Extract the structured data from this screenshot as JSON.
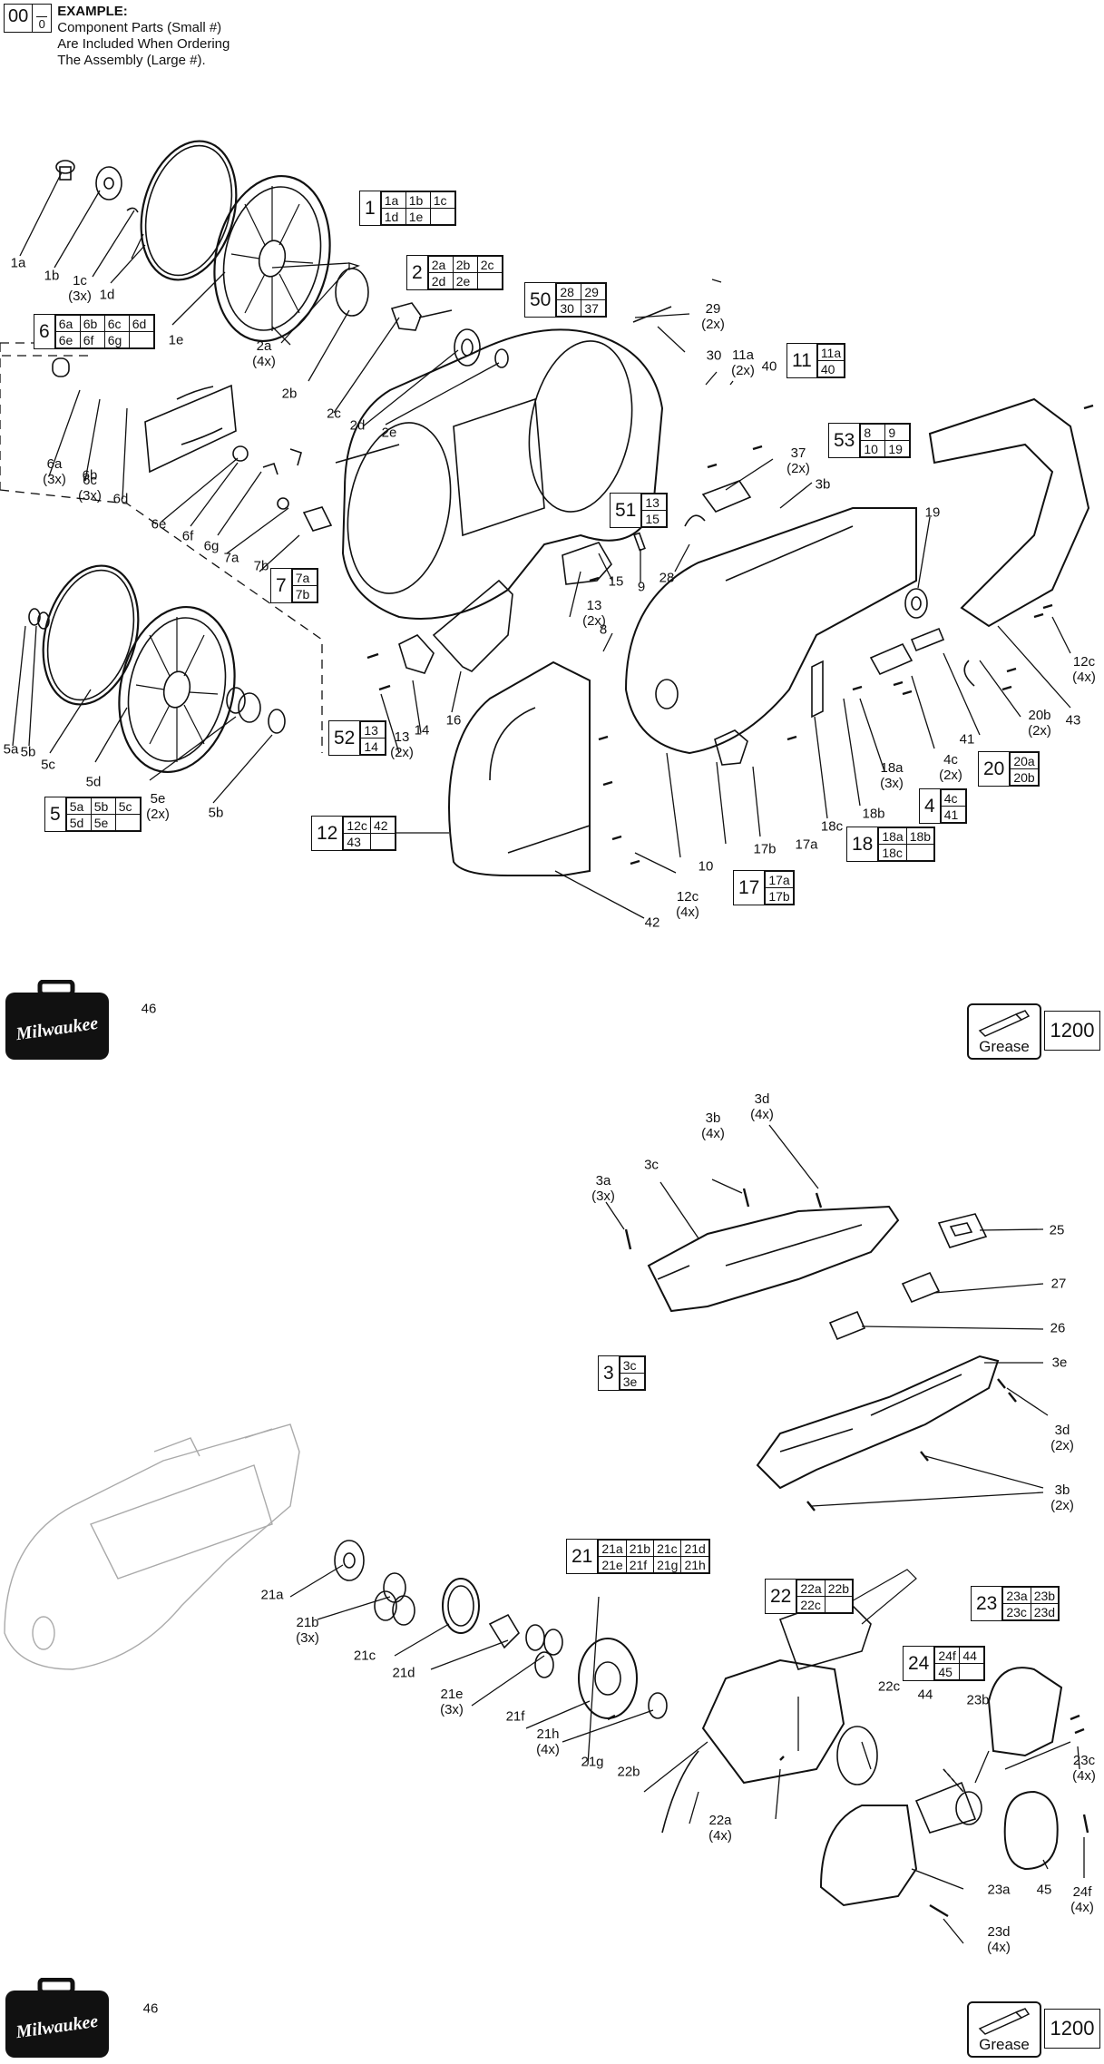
{
  "example": {
    "big": "00",
    "small": "0",
    "title": "EXAMPLE:",
    "lines": [
      "Component Parts (Small #)",
      "Are Included When Ordering",
      "The Assembly (Large #)."
    ]
  },
  "brand": "Milwaukee",
  "grease": {
    "label": "Grease",
    "number": "1200"
  },
  "callouts_top": [
    {
      "t": "1a"
    },
    {
      "t": "1b"
    },
    {
      "t": "1c\n(3x)"
    },
    {
      "t": "1d"
    },
    {
      "t": "1e"
    },
    {
      "t": "2a\n(4x)"
    },
    {
      "t": "2b"
    },
    {
      "t": "2c"
    },
    {
      "t": "2d"
    },
    {
      "t": "2e"
    },
    {
      "t": "29\n(2x)"
    },
    {
      "t": "30"
    },
    {
      "t": "11a\n(2x)"
    },
    {
      "t": "40"
    },
    {
      "t": "37\n(2x)"
    },
    {
      "t": "3b"
    },
    {
      "t": "19"
    },
    {
      "t": "12c\n(4x)"
    },
    {
      "t": "43"
    },
    {
      "t": "20b\n(2x)"
    },
    {
      "t": "41"
    },
    {
      "t": "4c\n(2x)"
    },
    {
      "t": "18a\n(3x)"
    },
    {
      "t": "18b"
    },
    {
      "t": "18c"
    },
    {
      "t": "17a"
    },
    {
      "t": "17b"
    },
    {
      "t": "10"
    },
    {
      "t": "12c\n(4x)"
    },
    {
      "t": "42"
    },
    {
      "t": "28"
    },
    {
      "t": "9"
    },
    {
      "t": "15"
    },
    {
      "t": "13\n(2x)"
    },
    {
      "t": "8"
    },
    {
      "t": "16"
    },
    {
      "t": "14"
    },
    {
      "t": "13\n(2x)"
    },
    {
      "t": "6a\n(3x)"
    },
    {
      "t": "6b"
    },
    {
      "t": "6c\n(3x)"
    },
    {
      "t": "6d"
    },
    {
      "t": "6e"
    },
    {
      "t": "6f"
    },
    {
      "t": "6g"
    },
    {
      "t": "7a"
    },
    {
      "t": "7b"
    },
    {
      "t": "5a"
    },
    {
      "t": "5b"
    },
    {
      "t": "5c"
    },
    {
      "t": "5d"
    },
    {
      "t": "5e\n(2x)"
    },
    {
      "t": "5b"
    },
    {
      "t": "46"
    }
  ],
  "callouts_bottom": [
    {
      "t": "3a\n(3x)"
    },
    {
      "t": "3c"
    },
    {
      "t": "3b\n(4x)"
    },
    {
      "t": "3d\n(4x)"
    },
    {
      "t": "25"
    },
    {
      "t": "27"
    },
    {
      "t": "26"
    },
    {
      "t": "3e"
    },
    {
      "t": "3d\n(2x)"
    },
    {
      "t": "3b\n(2x)"
    },
    {
      "t": "21a"
    },
    {
      "t": "21b\n(3x)"
    },
    {
      "t": "21c"
    },
    {
      "t": "21d"
    },
    {
      "t": "21e\n(3x)"
    },
    {
      "t": "21f"
    },
    {
      "t": "21h\n(4x)"
    },
    {
      "t": "21g"
    },
    {
      "t": "22b"
    },
    {
      "t": "22c"
    },
    {
      "t": "22a\n(4x)"
    },
    {
      "t": "44"
    },
    {
      "t": "23b"
    },
    {
      "t": "23c\n(4x)"
    },
    {
      "t": "24f\n(4x)"
    },
    {
      "t": "45"
    },
    {
      "t": "23a"
    },
    {
      "t": "23d\n(4x)"
    },
    {
      "t": "46"
    }
  ],
  "refs": [
    {
      "big": "1",
      "rows": [
        [
          "1a",
          "1b",
          "1c"
        ],
        [
          "1d",
          "1e",
          ""
        ]
      ]
    },
    {
      "big": "2",
      "rows": [
        [
          "2a",
          "2b",
          "2c"
        ],
        [
          "2d",
          "2e",
          ""
        ]
      ]
    },
    {
      "big": "50",
      "rows": [
        [
          "28",
          "29"
        ],
        [
          "30",
          "37"
        ]
      ]
    },
    {
      "big": "6",
      "rows": [
        [
          "6a",
          "6b",
          "6c",
          "6d"
        ],
        [
          "6e",
          "6f",
          "6g",
          ""
        ]
      ]
    },
    {
      "big": "11",
      "rows": [
        [
          "11a"
        ],
        [
          "40"
        ]
      ]
    },
    {
      "big": "53",
      "rows": [
        [
          "8",
          "9"
        ],
        [
          "10",
          "19"
        ]
      ]
    },
    {
      "big": "51",
      "rows": [
        [
          "13"
        ],
        [
          "15"
        ]
      ]
    },
    {
      "big": "7",
      "rows": [
        [
          "7a"
        ],
        [
          "7b"
        ]
      ]
    },
    {
      "big": "52",
      "rows": [
        [
          "13"
        ],
        [
          "14"
        ]
      ]
    },
    {
      "big": "20",
      "rows": [
        [
          "20a"
        ],
        [
          "20b"
        ]
      ]
    },
    {
      "big": "4",
      "rows": [
        [
          "4c"
        ],
        [
          "41"
        ]
      ]
    },
    {
      "big": "5",
      "rows": [
        [
          "5a",
          "5b",
          "5c"
        ],
        [
          "5d",
          "5e",
          ""
        ]
      ]
    },
    {
      "big": "12",
      "rows": [
        [
          "12c",
          "42"
        ],
        [
          "43",
          ""
        ]
      ]
    },
    {
      "big": "18",
      "rows": [
        [
          "18a",
          "18b"
        ],
        [
          "18c",
          ""
        ]
      ]
    },
    {
      "big": "17",
      "rows": [
        [
          "17a"
        ],
        [
          "17b"
        ]
      ]
    },
    {
      "big": "3",
      "rows": [
        [
          "3c"
        ],
        [
          "3e"
        ]
      ]
    },
    {
      "big": "21",
      "rows": [
        [
          "21a",
          "21b",
          "21c",
          "21d"
        ],
        [
          "21e",
          "21f",
          "21g",
          "21h"
        ]
      ]
    },
    {
      "big": "22",
      "rows": [
        [
          "22a",
          "22b"
        ],
        [
          "22c",
          ""
        ]
      ]
    },
    {
      "big": "23",
      "rows": [
        [
          "23a",
          "23b"
        ],
        [
          "23c",
          "23d"
        ]
      ]
    },
    {
      "big": "24",
      "rows": [
        [
          "24f",
          "44"
        ],
        [
          "45",
          ""
        ]
      ]
    }
  ]
}
